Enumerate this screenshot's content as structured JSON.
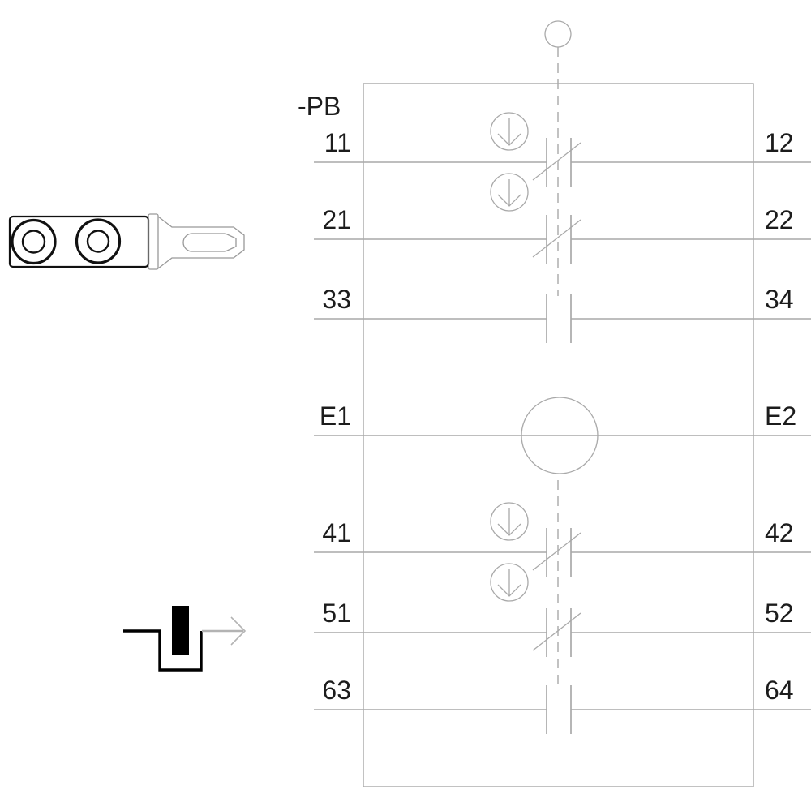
{
  "page": {
    "background": "#ffffff"
  },
  "diagram": {
    "device_label": "-PB",
    "terminal_rows": [
      {
        "left": "11",
        "right": "12",
        "contact": "nc-positive-opening"
      },
      {
        "left": "21",
        "right": "22",
        "contact": "nc-positive-opening"
      },
      {
        "left": "33",
        "right": "34",
        "contact": "no"
      },
      {
        "left": "E1",
        "right": "E2",
        "contact": "lamp"
      },
      {
        "left": "41",
        "right": "42",
        "contact": "nc-positive-opening"
      },
      {
        "left": "51",
        "right": "52",
        "contact": "nc-positive-opening"
      },
      {
        "left": "63",
        "right": "64",
        "contact": "no"
      }
    ],
    "symbols": {
      "actuator": "plunger-knob-circle",
      "positive_opening": "circled-down-arrow",
      "illumination": "lamp-circle",
      "operation_mode": "latching-plunger-with-arrow"
    },
    "colors": {
      "schematic_line": "#a9a9a9",
      "text": "#1c1c1c",
      "bold_outline": "#111111",
      "latch_symbol": "#000000",
      "latch_arrow": "#b3b3b3"
    }
  }
}
